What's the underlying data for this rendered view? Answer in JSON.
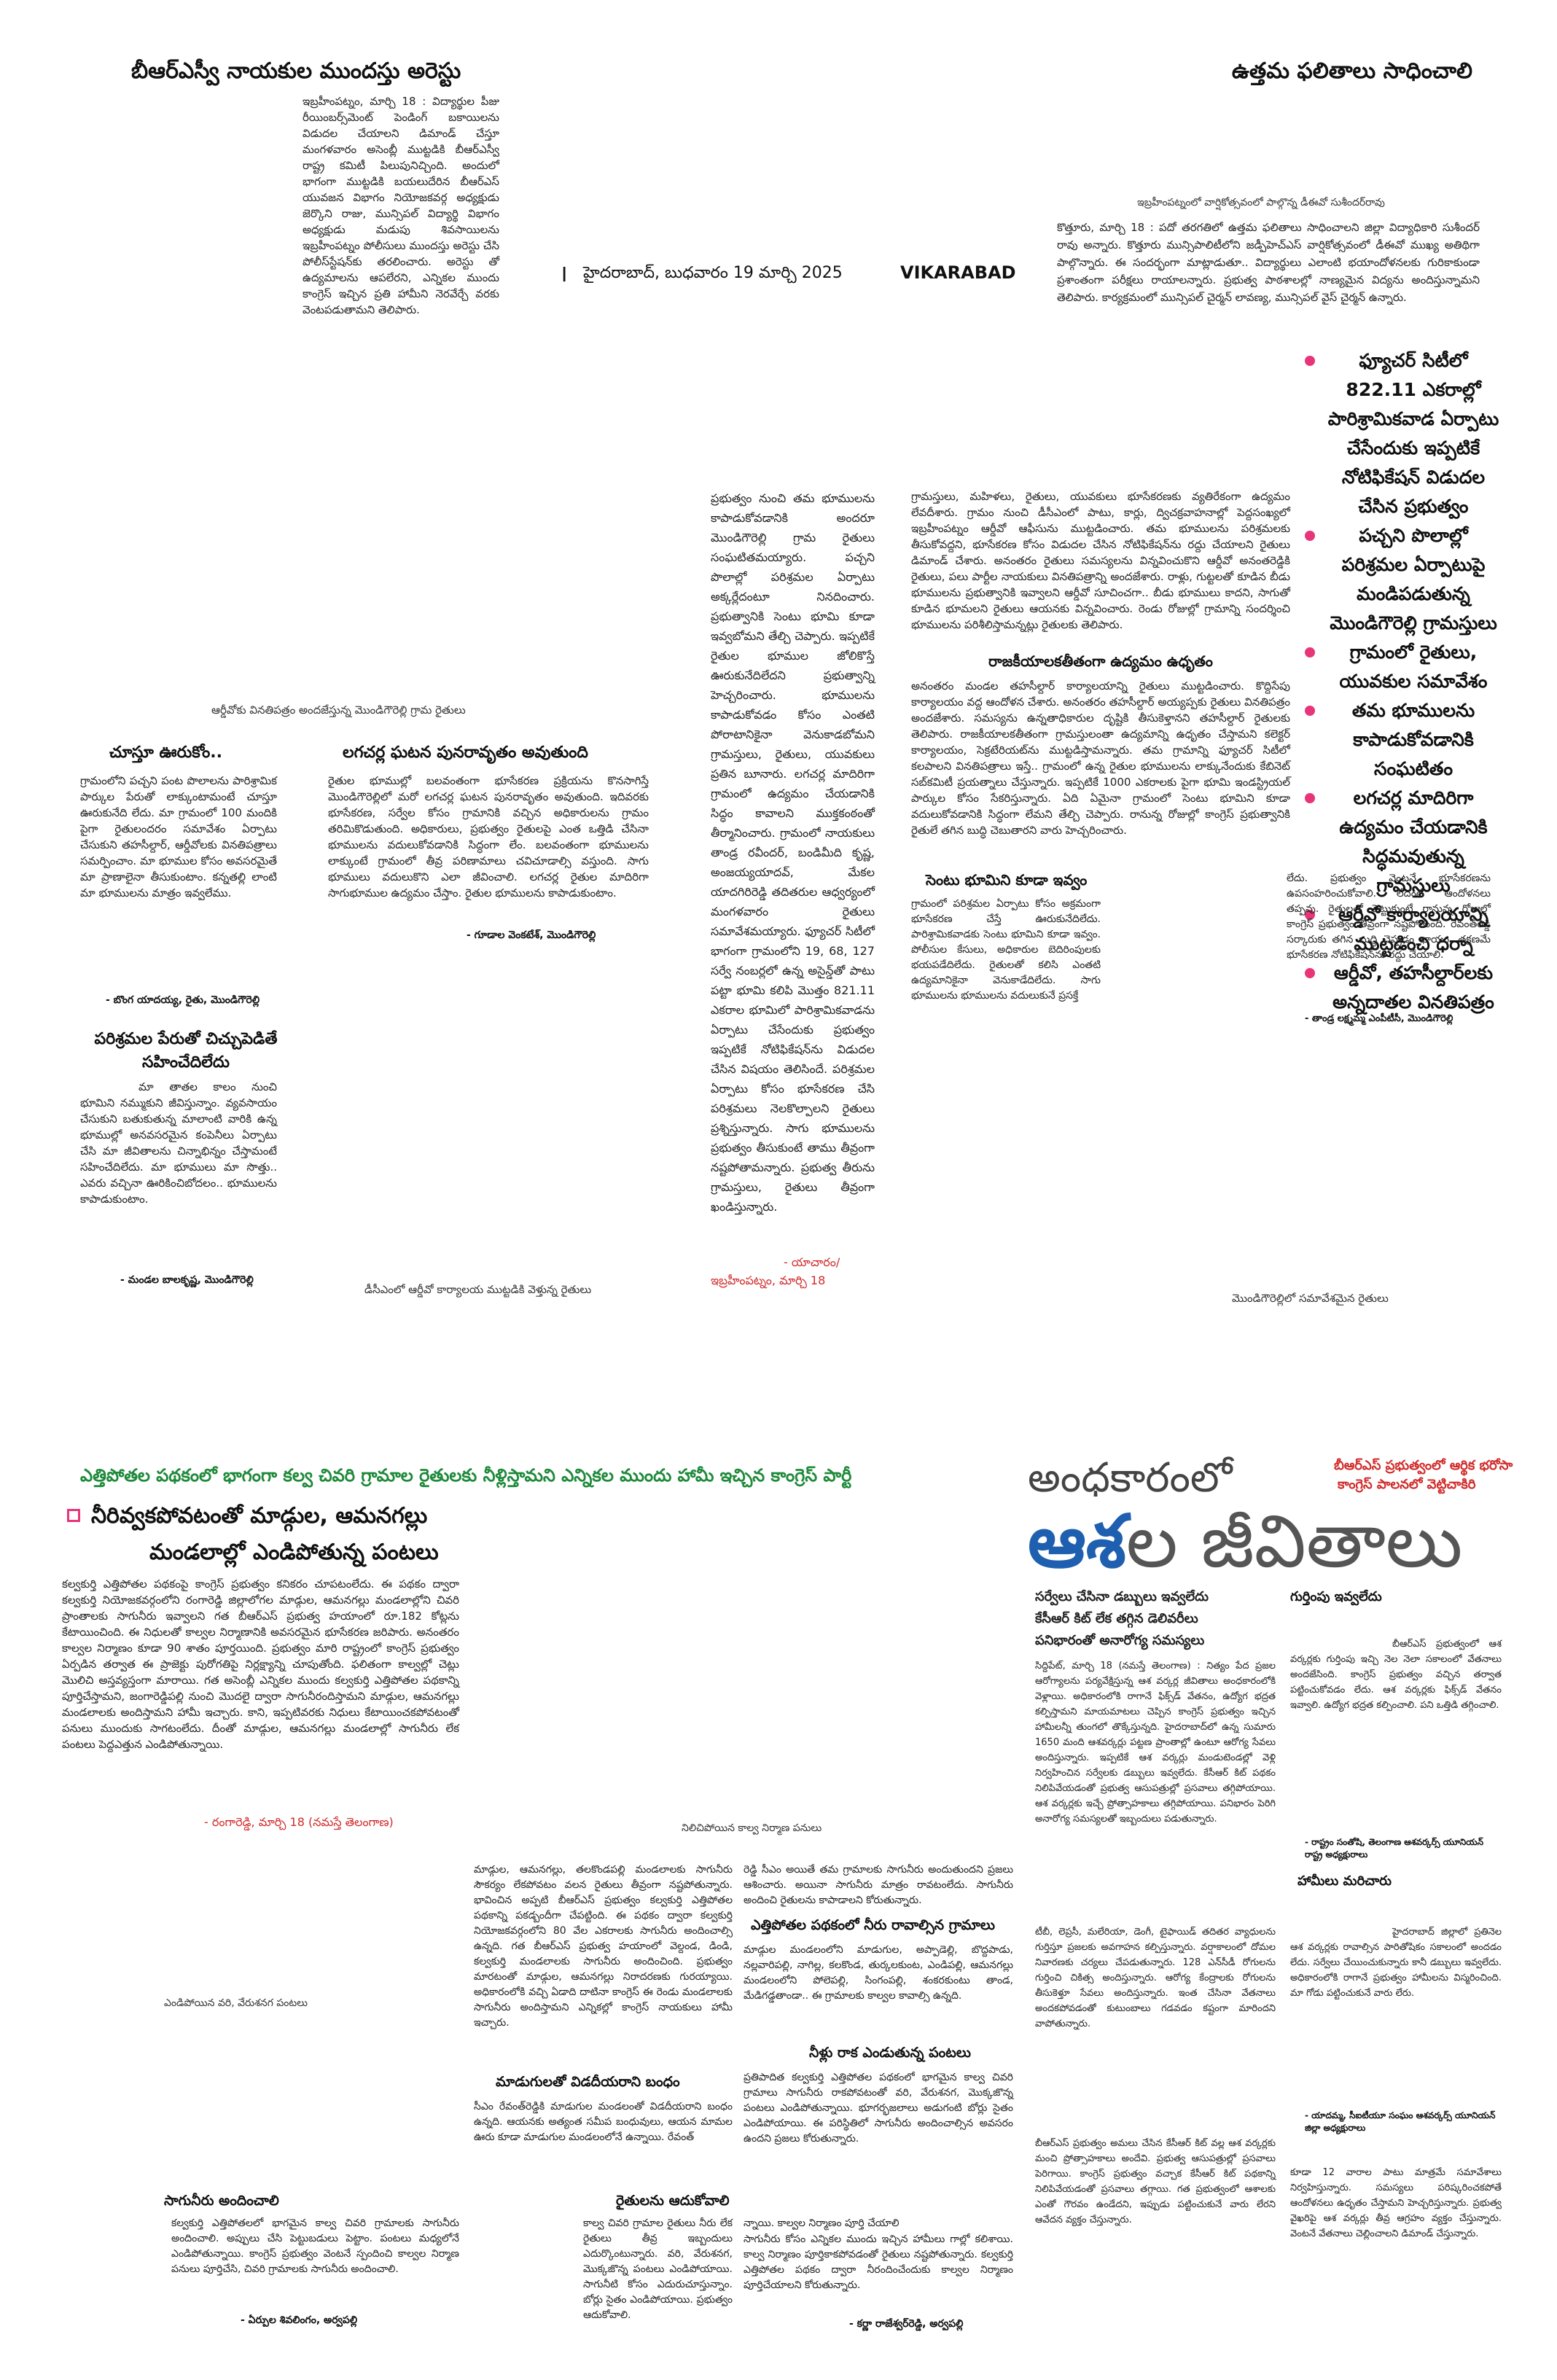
{
  "colors": {
    "accent_pink": "#e8357a",
    "headline_green": "#1e8a3a",
    "headline_blue": "#1f5fb0",
    "byline_red": "#d12a2a"
  },
  "top": {
    "left_headline": "బీఆర్‌ఎస్వీ నాయకుల ముందస్తు అరెస్టు",
    "left_body": "ఇబ్రహీంపట్నం, మార్చి 18 : విద్యార్థుల పీజు రీయింబర్స్‌మెంట్ పెండింగ్ బకాయిలను విడుదల చేయాలని డిమాండ్ చేస్తూ మంగళవారం అసెంబ్లీ ముట్టడికి బీఆర్‌ఎస్వీ రాష్ట్ర కమిటీ పిలుపునిచ్చింది. అందులో భాగంగా ముట్టడికి బయలుదేరిన బీఆర్‌ఎస్ యువజన విభాగం నియోజకవర్గ అధ్యక్షుడు జెర్కొని రాజు, మున్సిపల్ విద్యార్థి విభాగం అధ్యక్షుడు మడుపు శివసాయిలను ఇబ్రహీంపట్నం పోలీసులు ముందస్తు అరెస్టు చేసి పోలీస్‌స్టేషన్‌కు తరలించారు. అరెస్టు తో ఉద్యమాలను ఆపలేరని, ఎన్నికల ముందు కాంగ్రెస్ ఇచ్చిన ప్రతి హామీని నెరవేర్చే వరకు వెంటపడుతామని తెలిపారు.",
    "folio_mark": "I",
    "dateline": "హైదరాబాద్, బుధవారం 19 మార్చి 2025",
    "section": "VIKARABAD",
    "right_headline": "ఉత్తమ ఫలితాలు సాధించాలి",
    "right_photo_caption": "ఇబ్రహీంపట్నంలో వార్షికోత్సవంలో పాల్గొన్న డీఈవో సుశీందర్‌రావు",
    "right_body": "కొత్తూరు, మార్చి 18 : పదో తరగతిలో ఉత్తమ ఫలితాలు సాధించాలని జిల్లా విద్యాధికారి సుశీందర్ రావు అన్నారు. కొత్తూరు మున్సిపాలిటీలోని జడ్పీహెచ్‌ఎస్ వార్షికోత్సవంలో డీఈవో ముఖ్య అతిథిగా పాల్గొన్నారు. ఈ సందర్భంగా మాట్లాడుతూ.. విద్యార్థులు ఎలాంటి భయాందోళనలకు గురికాకుండా ప్రశాంతంగా పరీక్షలు రాయాలన్నారు. ప్రభుత్వ పాఠశాలల్లో నాణ్యమైన విద్యను అందిస్తున్నామని తెలిపారు. కార్యక్రమంలో మున్సిపల్ చైర్మన్ లావణ్య, మున్సిపల్ వైస్ చైర్మన్ ఉన్నారు."
  },
  "bullets": [
    "ఫ్యూచర్ సిటీలో 822.11 ఎకరాల్లో పారిశ్రామికవాడ ఏర్పాటు చేసేందుకు ఇప్పటికే నోటిఫికేషన్ విడుదల చేసిన ప్రభుత్వం",
    "పచ్చని పొలాల్లో పరిశ్రమల ఏర్పాటుపై మండిపడుతున్న మొండిగౌరెల్లి గ్రామస్తులు",
    "గ్రామంలో రైతులు, యువకుల సమావేశం",
    "తమ భూములను కాపాడుకోవడానికి సంఘటితం",
    "లగచర్ల మాదిరిగా ఉద్యమం చేయడానికి సిద్ధమవుతున్న గ్రామస్తులు",
    "ఆర్డీవో కార్యాలయాన్ని ముట్టడించి ధర్నా",
    "ఆర్డీవో, తహసీల్దార్‌లకు అన్నదాతల వినతిపత్రం"
  ],
  "middle": {
    "photo1_caption": "ఆర్డీవోకు వినతిపత్రం అందజేస్తున్న మొండిగౌరెల్లి గ్రామ రైతులు",
    "story1_headline": "చూస్తూ ఊరుకోం..",
    "story1_body": "గ్రామంలోని పచ్చని పంట పొలాలను పారిశ్రామిక పార్కుల పేరుతో లాక్కుంటామంటే చూస్తూ ఊరుకునేది లేదు. మా గ్రామంలో 100 మందికి పైగా రైతులందరం సమావేశం ఏర్పాటు చేసుకుని తహసీల్దార్, ఆర్డీవోలకు వినతిపత్రాలు సమర్పించాం. మా భూముల కోసం అవసరమైతే మా ప్రాణాలైనా తీసుకుంటాం. కన్నతల్లి లాంటి మా భూములను మాత్రం ఇవ్వలేము.",
    "story1_byline": "- బొంగ యాదయ్య, రైతు, మొండిగౌరెల్లి",
    "story2_headline": "పరిశ్రమల పేరుతో చిచ్చుపెడితే సహించేదిలేదు",
    "story2_body": "మా తాతల కాలం నుంచి భూమిని నమ్ముకుని జీవిస్తున్నాం. వ్యవసాయం చేసుకుని బతుకుతున్న మాలాంటి వారికి ఉన్న భూముల్లో అనవసరమైన కంపెనీలు ఏర్పాటు చేసి మా జీవితాలను చిన్నాభిన్నం చేస్తామంటే సహించేదిలేదు. మా భూములు మా సొత్తు.. ఎవరు వచ్చినా ఊరికించిబోదలం.. భూములను కాపాడుకుంటాం.",
    "story2_byline": "- మండల బాలకృష్ణ, మొండిగౌరెల్లి",
    "story3_headline": "లగచర్ల ఘటన పునరావృతం అవుతుంది",
    "story3_body": "రైతుల భూముల్లో బలవంతంగా భూసేకరణ ప్రక్రియను కొనసాగిస్తే మొండిగౌరెల్లిలో మరో లగచర్ల ఘటన పునరావృతం అవుతుంది. ఇదివరకు భూసేకరణ, సర్వేల కోసం గ్రామానికి వచ్చిన అధికారులను గ్రామం తరిమికొడుతుంది. అధికారులు, ప్రభుత్వం రైతులపై ఎంత ఒత్తిడి చేసినా భూములను వదులుకోవడానికి సిద్ధంగా లేం. బలవంతంగా భూములను లాక్కుంటే గ్రామంలో తీవ్ర పరిణామాలు చవిచూడాల్సి వస్తుంది. సాగు భూములు వదులుకొని ఎలా జీవించాలి. లగచర్ల రైతుల మాదిరిగా సాగుభూముల ఉద్యమం చేస్తాం. రైతుల భూములను కాపాడుకుంటాం.",
    "story3_byline": "- గూడాల వెంకటేశ్, మొండిగౌరెల్లి",
    "center_body": "ప్రభుత్వం నుంచి తమ భూములను కాపాడుకోవడానికి అందరూ మొండిగౌరెల్లి గ్రామ రైతులు సంఘటితమయ్యారు. పచ్చని పొలాల్లో పరిశ్రమల ఏర్పాటు అక్కర్లేదంటూ నినదించారు. ప్రభుత్వానికి సెంటు భూమి కూడా ఇవ్వబోమని తేల్చి చెప్పారు. ఇప్పటికే రైతుల భూముల జోలికొస్తే ఊరుకునేదిలేదని ప్రభుత్వాన్ని హెచ్చరించారు. భూములను కాపాడుకోవడం కోసం ఎంతటి పోరాటానికైనా వెనుకాడబోమని గ్రామస్తులు, రైతులు, యువకులు ప్రతిన బూనారు. లగచర్ల మాదిరిగా గ్రామంలో ఉద్యమం చేయడానికి సిద్ధం కావాలని ముక్తకంఠంతో తీర్మానించారు. గ్రామంలో నాయకులు తాండ్ర రవీందర్, బండిమీది కృష్ణ, అంజయ్యయాదవ్, మేకల యాదగిరిరెడ్డి తదితరుల ఆధ్వర్యంలో మంగళవారం రైతులు సమావేశమయ్యారు. ఫ్యూచర్ సిటీలో భాగంగా గ్రామంలోని 19, 68, 127 సర్వే నంబర్లలో ఉన్న అసైన్డ్‌తో పాటు పట్టా భూమి కలిపి మొత్తం 821.11 ఎకరాల భూమిలో పారిశ్రామికవాడను ఏర్పాటు చేసేందుకు ప్రభుత్వం ఇప్పటికే నోటిఫికేషన్‌ను విడుదల చేసిన విషయం తెలిసిందే. పరిశ్రమల ఏర్పాటు కోసం భూసేకరణ చేసి పరిశ్రమలు నెలకొల్పాలని రైతులు ప్రశ్నిస్తున్నారు. సాగు భూములను ప్రభుత్వం తీసుకుంటే తాము తీవ్రంగా నష్టపోతామన్నారు. ప్రభుత్వ తీరును గ్రామస్తులు, రైతులు తీవ్రంగా ఖండిస్తున్నారు.",
    "center_byline_1": "- యాచారం/",
    "center_byline_2": "ఇబ్రహీంపట్నం, మార్చి 18",
    "right_body_1": "గ్రామస్తులు, మహిళలు, రైతులు, యువకులు భూసేకరణకు వ్యతిరేకంగా ఉద్యమం లేవదీశారు. గ్రామం నుంచి డీసీఎంలో పాటు, కార్లు, ద్విచక్రవాహనాల్లో పెద్దసంఖ్యలో ఇబ్రహీంపట్నం ఆర్డీవో ఆఫీసును ముట్టడించారు. తమ భూములను పరిశ్రమలకు తీసుకోవద్దని, భూసేకరణ కోసం విడుదల చేసిన నోటిఫికేషన్‌ను రద్దు చేయాలని రైతులు డిమాండ్ చేశారు. అనంతరం రైతులు సమస్యలను విన్నవించుకొని ఆర్డీవో అనంతరెడ్డికి రైతులు, పలు పార్టీల నాయకులు వినతిపత్రాన్ని అందజేశారు. రాళ్లు, గుట్టలతో కూడిన బీడు భూములను ప్రభుత్వానికి ఇవ్వాలని ఆర్డీవో సూచించగా.. బీడు భూములు కాదని, సాగుతో కూడిన భూమలని రైతులు ఆయనకు విన్నవించారు. రెండు రోజుల్లో గ్రామాన్ని సందర్శించి భూములను పరిశీలిస్తామన్నట్లు రైతులకు తెలిపారు.",
    "right_sub_1": "రాజకీయాలకతీతంగా ఉద్యమం ఉధృతం",
    "right_body_2": "అనంతరం మండల తహసీల్దార్ కార్యాలయాన్ని రైతులు ముట్టడించారు. కొద్దిసేపు కార్యాలయం వద్ద ఆందోళన చేశారు. అనంతరం తహసీల్దార్ అయ్యప్పకు రైతులు వినతిపత్రం అందజేశారు. సమస్యను ఉన్నతాధికారుల దృష్టికి తీసుకెళ్తానని తహసీల్దార్ రైతులకు తెలిపారు. రాజకీయాలకతీతంగా గ్రామస్తులంతా ఉద్యమాన్ని ఉధృతం చేస్తామని కలెక్టర్ కార్యాలయం, సెక్రటేరియట్‌ను ముట్టడిస్తామన్నారు. తమ గ్రామాన్ని ఫ్యూచర్ సిటీలో కలపాలని వినతిపత్రాలు ఇస్తే.. గ్రామంలో ఉన్న రైతుల భూములను లాక్కునేందుకు కేబినెట్ సబ్‌కమిటీ ప్రయత్నాలు చేస్తున్నారు. ఇప్పటికే 1000 ఎకరాలకు పైగా భూమి ఇండస్ట్రియల్ పార్కుల కోసం సేకరిస్తున్నారు. ఏది ఏమైనా గ్రామంలో సెంటు భూమిని కూడా వదులుకోవడానికి సిద్ధంగా లేమని తేల్చి చెప్పారు. రానున్న రోజుల్లో కాంగ్రెస్ ప్రభుత్వానికి రైతులే తగిన బుద్ధి చెబుతారని వారు హెచ్చరించారు.",
    "right_sub_2": "సెంటు భూమిని కూడా ఇవ్వం",
    "right_body_3": "గ్రామంలో పరిశ్రమల ఏర్పాటు కోసం అక్రమంగా భూసేకరణ చేస్తే ఊరుకునేదిలేదు. పారిశ్రామికవాడకు సెంటు భూమిని కూడా ఇవ్వం. పోలీసుల కేసులు, అధికారుల బెదిరింపులకు భయపడేదిలేదు. రైతులతో కలిసి ఎంతటి ఉద్యమానికైనా వెనుకాడేదిలేదు. సాగు భూములను భూములను వదులుకునే ప్రసక్తే",
    "right_body_4": "లేదు. ప్రభుత్వం వెంటనే భూసేకరణను ఉపసంహరించుకోవాలి. లేదంటే ఆందోళనలు తప్పవు. రైతులతో పెట్టుకుంటే రానున్న రోజుల్లో కాంగ్రెస్ ప్రభుత్వం తీవ్రంగా నష్టపోతుంది. రేవంత్‌రెడ్డి సర్కారుకు తగిన బుద్ధి చెప్పడం ఖాయం. తక్షణమే భూసేకరణ నోటిఫికేషన్‌ను రద్దు చేయాలి.",
    "right_body_4_byline": "- తాండ్ర లక్ష్మమ్మ ఎంపీటీసీ, మొండిగౌరెల్లి",
    "photo2_caption": "డీసీఎంలో ఆర్డీవో కార్యాలయ ముట్టడికి వెళ్తున్న రైతులు",
    "photo3_caption": "మొండిగౌరెల్లిలో సమావేశమైన రైతులు"
  },
  "bottom": {
    "banner_headline": "ఎత్తిపోతల పథకంలో భాగంగా కల్వ చివరి గ్రామాల రైతులకు నీళ్లిస్తామని ఎన్నికల ముందు హామీ ఇచ్చిన కాంగ్రెస్ పార్టీ",
    "sub_headline_1": "నీరివ్వకపోవటంతో మాడ్గుల, ఆమనగల్లు",
    "sub_headline_2": "మండలాల్లో ఎండిపోతున్న పంటలు",
    "lead_body": "కల్వకుర్తి ఎత్తిపోతల పథకంపై కాంగ్రెస్ ప్రభుత్వం కనికరం చూపటంలేదు. ఈ పథకం ద్వారా కల్వకుర్తి నియోజకవర్గంలోని రంగారెడ్డి జిల్లాలోగల మాడ్గుల, ఆమనగల్లు మండలాల్లోని చివరి ప్రాంతాలకు సాగునీరు ఇవ్వాలని గత బీఆర్‌ఎస్ ప్రభుత్వ హయాంలో రూ.182 కోట్లను కేటాయించింది. ఈ నిధులతో కాల్వల నిర్మాణానికి అవసరమైన భూసేకరణ జరిపారు. అనంతరం కాల్వల నిర్మాణం కూడా 90 శాతం పూర్తయింది. ప్రభుత్వం మారి రాష్ట్రంలో కాంగ్రెస్ ప్రభుత్వం ఏర్పడిన తర్వాత ఈ ప్రాజెక్టు పురోగతిపై నిర్లక్ష్యాన్ని చూపుతోంది. ఫలితంగా కాల్వల్లో చెట్లు మొలిచి అస్తవ్యస్తంగా మారాయి. గత అసెంబ్లీ ఎన్నికల ముందు కల్వకుర్తి ఎత్తిపోతల పథకాన్ని పూర్తిచేస్తామని, జంగారెడ్డిపల్లి నుంచి మొదలై ద్వారా సాగునీరందిస్తామని మాడ్గుల, ఆమనగల్లు మండలాలకు అందిస్తామని హామీ ఇచ్చారు. కాని, ఇప్పటివరకు నిధులు కేటాయించకపోవటంతో పనులు ముందుకు సాగటంలేదు. దీంతో మాడ్గుల, ఆమనగల్లు మండలాల్లో సాగునీరు లేక పంటలు పెద్దఎత్తున ఎండిపోతున్నాయి.",
    "lead_byline": "- రంగారెడ్డి, మార్చి 18 (నమస్తే తెలంగాణ)",
    "photo_a_caption": "నిలిచిపోయిన కాల్వ నిర్మాణ పనులు",
    "photo_b_caption": "ఎండిపోయిన వరి, వేరుశనగ పంటలు",
    "col_a": "మాడ్గుల, ఆమనగల్లు, తలకొండపల్లి మండలాలకు సాగునీరు సౌకర్యం లేకపోవటం వలన రైతులు తీవ్రంగా నష్టపోతున్నారు. భావించిన అప్పటి బీఆర్‌ఎస్ ప్రభుత్వం కల్వకుర్తి ఎత్తిపోతల పథకాన్ని పకడ్బందీగా చేపట్టింది. ఈ పథకం ద్వారా కల్వకుర్తి నియోజకవర్గంలోని 80 వేల ఎకరాలకు సాగునీరు అందించాల్సి ఉన్నది. గత బీఆర్‌ఎస్ ప్రభుత్వ హయాంలో వెల్దండ, డిండి, కల్వకుర్తి మండలాలకు సాగునీరు అందించింది. ప్రభుత్వం మారటంతో మాడ్గుల, ఆమనగల్లు నిరాదరణకు గురయ్యాయి. అధికారంలోకి వచ్చి ఏడాది దాటినా కాంగ్రెస్ ఈ రెండు మండలాలకు సాగునీరు అందిస్తామని ఎన్నికల్లో కాంగ్రెస్ నాయకులు హామీ ఇచ్చారు.",
    "col_a_sub": "మాడుగులతో విడదీయరాని బంధం",
    "col_a_2": "సీఎం రేవంత్‌రెడ్డికి మాడుగుల మండలంతో విడదీయరాని బంధం ఉన్నది. ఆయనకు అత్యంత సమీప బంధువులు, ఆయన మామల ఊరు కూడా మాడుగుల మండలంలోనే ఉన్నాయి. రేవంత్",
    "col_b": "రెడ్డి సీఎం అయితే తమ గ్రామాలకు సాగునీరు అందుతుందని ప్రజలు ఆశించారు. అయినా సాగునీరు మాత్రం రావటంలేదు. సాగునీరు అందించి రైతులను కాపాడాలని కోరుతున్నారు.",
    "col_b_sub": "ఎత్తిపోతల పథకంలో నీరు రావాల్సిన గ్రామాలు",
    "col_b_2": "మాడ్గుల మండలంలోని మాడుగుల, అప్పాడెల్లి, బొద్దపాడు, నల్లవారిపల్లి, నాగిల్ల, కలకొండ, తుర్కలకుంట, ఎండిపల్లి, ఆమనగల్లు మండలంలోని పోలెపల్లి, సింగంపల్లి, శంకరకుంటు తాండ, మేడిగడ్డతాండా.. ఈ గ్రామాలకు కాల్వల కావాల్సి ఉన్నది.",
    "col_b_sub2": "నీళ్లు రాక ఎండుతున్న పంటలు",
    "col_b_3": "ప్రతిపాదిత కల్వకుర్తి ఎత్తిపోతల పథకంలో భాగమైన కాల్వ చివరి గ్రామాలు సాగునీరు రాకపోవటంతో వరి, వేరుశనగ, మొక్కజొన్న పంటలు ఎండిపోతున్నాయి. భూగర్భజలాలు అడుగంటి బోర్లు సైతం ఎండిపోయాయి. ఈ పరిస్థితిలో సాగునీరు అందించాల్సిన అవసరం ఉందని ప్రజలు కోరుతున్నారు.",
    "col_c_note": "న్నాయి. కాల్వల నిర్మాణం పూర్తి చేయాలి",
    "col_a_sub2": "సాగునీరు అందించాలి",
    "col_a_3": "కల్వకుర్తి ఎత్తిపోతలలో భాగమైన కాల్వ చివరి గ్రామాలకు సాగునీరు అందించాలి. అప్పులు చేసి పెట్టుబడులు పెట్టాం. పంటలు మధ్యలోనే ఎండిపోతున్నాయి. కాంగ్రెస్ ప్రభుత్వం వెంటనే స్పందించి కాల్వల నిర్మాణ పనులు పూర్తిచేసి, చివరి గ్రామాలకు సాగునీరు అందించాలి.",
    "col_a_3_byline": "- ఏర్పుల శివలింగం, అర్వపల్లి",
    "col_b_sub3": "రైతులను ఆదుకోవాలి",
    "col_b_4": "కాల్వ చివరి గ్రామాల రైతులు నీరు లేక రైతులు తీవ్ర ఇబ్బందులు ఎదుర్కొంటున్నారు. వరి, వేరుశనగ, మొక్కజొన్న పంటలు ఎండిపోయాయి. సాగునీటి కోసం ఎదురుచూస్తున్నాం. బోర్లు సైతం ఎండిపోయాయి. ప్రభుత్వం ఆదుకోవాలి.",
    "col_c_4": "సాగునీరు కోసం ఎన్నికల ముందు ఇచ్చిన హామీలు గాల్లో కలిశాయి. కాల్వ నిర్మాణం పూర్తికాకపోవడంతో రైతులు నష్టపోతున్నారు. కల్వకుర్తి ఎత్తిపోతల పథకం ద్వారా నీరందించేందుకు కాల్వల నిర్మాణం పూర్తిచేయాలని కోరుతున్నారు.",
    "col_c_4_byline": "- కర్ణా రాజేశ్వర్‌రెడ్డి, అర్వపల్లి"
  },
  "feature": {
    "red_line_1": "బీఆర్‌ఎస్ ప్రభుత్వంలో ఆర్థిక భరోసా",
    "red_line_2": "కాంగ్రెస్ పాలనలో వెట్టిచాకిరి",
    "title_small": "అంధకారంలో",
    "title_big_1": "ఆశ",
    "title_big_2": "ల జీవితాలు",
    "deck_1": "సర్వేలు చేసినా డబ్బులు ఇవ్వలేదు",
    "deck_2": "కేసీఆర్ కిట్ లేక తగ్గిన డెలివరీలు",
    "deck_3": "పనిభారంతో అనారోగ్య సమస్యలు",
    "body_1": "సిద్దిపేట్, మార్చి 18 (నమస్తే తెలంగాణ) : నిత్యం పేద ప్రజల ఆరోగ్యాలను పర్యవేక్షిస్తున్న ఆశ వర్కర్ల జీవితాలు అంధకారంలోకి వెళ్లాయి. అధికారంలోకి రాగానే ఫిక్స్‌డ్ వేతనం, ఉద్యోగ భద్రత కల్పిస్తామని మాయమాటలు చెప్పిన కాంగ్రెస్ ప్రభుత్వం ఇచ్చిన హామీలన్నీ తుంగలో తొక్కేస్తున్నది. హైదరాబాద్‌లో ఉన్న సుమారు 1650 మంది ఆశవర్కర్లు పట్టణ ప్రాంతాల్లో ఉంటూ ఆరోగ్య సేవలు అందిస్తున్నారు. ఇప్పటికే ఆశ వర్కర్లు మండుటెండల్లో వెళ్లి నిర్వహించిన సర్వేలకు డబ్బులు ఇవ్వలేదు. కేసీఆర్ కిట్ పథకం నిలిపివేయడంతో ప్రభుత్వ ఆసుపత్రుల్లో ప్రసవాలు తగ్గిపోయాయి. ఆశ వర్కర్లకు ఇచ్చే ప్రోత్సాహకాలు తగ్గిపోయాయి. పనిభారం పెరిగి అనారోగ్య సమస్యలతో ఇబ్బందులు పడుతున్నారు.",
    "body_2": "టీబీ, లెప్రసీ, మలేరియా, డెంగీ, టైఫాయిడ్ తదితర వ్యాధులను గుర్తిస్తూ ప్రజలకు అవగాహన కల్పిస్తున్నారు. వర్షాకాలంలో దోమల నివారణకు చర్యలు చేపడుతున్నారు. 128 ఎన్‌సీడీ రోగులను గుర్తించి చికిత్స అందిస్తున్నారు. ఆరోగ్య కేంద్రాలకు రోగులను తీసుకెళ్తూ సేవలు అందిస్తున్నారు. ఇంత చేసినా వేతనాలు అందకపోవడంతో కుటుంబాలు గడవడం కష్టంగా మారిందని వాపోతున్నారు.",
    "body_3": "బీఆర్‌ఎస్ ప్రభుత్వం అమలు చేసిన కేసీఆర్ కిట్ వల్ల ఆశ వర్కర్లకు మంచి ప్రోత్సాహకాలు అందేవి. ప్రభుత్వ ఆసుపత్రుల్లో ప్రసవాలు పెరిగాయి. కాంగ్రెస్ ప్రభుత్వం వచ్చాక కేసీఆర్ కిట్ పథకాన్ని నిలిపివేయడంతో ప్రసవాలు తగ్గాయి. గత ప్రభుత్వంలో ఆశాలకు ఎంతో గౌరవం ఉండేదని, ఇప్పుడు పట్టించుకునే వారు లేరని ఆవేదన వ్యక్తం చేస్తున్నారు.",
    "box_1": "గుర్తింపు ఇవ్వలేదు",
    "box_1_body": "బీఆర్‌ఎస్ ప్రభుత్వంలో ఆశ వర్కర్లకు గుర్తింపు ఇచ్చి నెల నెలా సకాలంలో వేతనాలు అందజేసింది. కాంగ్రెస్ ప్రభుత్వం వచ్చిన తర్వాత పట్టించుకోవడం లేదు. ఆశ వర్కర్లకు ఫిక్స్‌డ్ వేతనం ఇవ్వాలి. ఉద్యోగ భద్రత కల్పించాలి. పని ఒత్తిడి తగ్గించాలి.",
    "box_1_byline": "- రాష్ట్రం సంతోషి, తెలంగాణ ఆశవర్కర్స్ యూనియన్ రాష్ట్ర అధ్యక్షురాలు",
    "box_2": "హామీలు మరిచారు",
    "box_2_body": "హైదరాబాద్ జిల్లాలో ప్రతినెల ఆశ వర్కర్లకు రావాల్సిన పారితోషికం సకాలంలో అందడం లేదు. సర్వేలు చేయించుకున్నారు కానీ డబ్బులు ఇవ్వలేదు. అధికారంలోకి రాగానే ప్రభుత్వం హామీలను విస్మరించింది. మా గోడు పట్టించుకునే వారు లేరు.",
    "box_2_byline": "- యాదమ్మ, సీఐటీయూ సంఘం ఆశవర్కర్స్ యూనియన్ జిల్లా అధ్యక్షురాలు",
    "body_4": "కూడా 12 వారాల పాటు మాత్రమే సమావేశాలు నిర్వహిస్తున్నారు. సమస్యలు పరిష్కరించకపోతే ఆందోళనలు ఉధృతం చేస్తామని హెచ్చరిస్తున్నారు. ప్రభుత్వ వైఖరిపై ఆశ వర్కర్లు తీవ్ర ఆగ్రహం వ్యక్తం చేస్తున్నారు. వెంటనే వేతనాలు చెల్లించాలని డిమాండ్ చేస్తున్నారు."
  }
}
